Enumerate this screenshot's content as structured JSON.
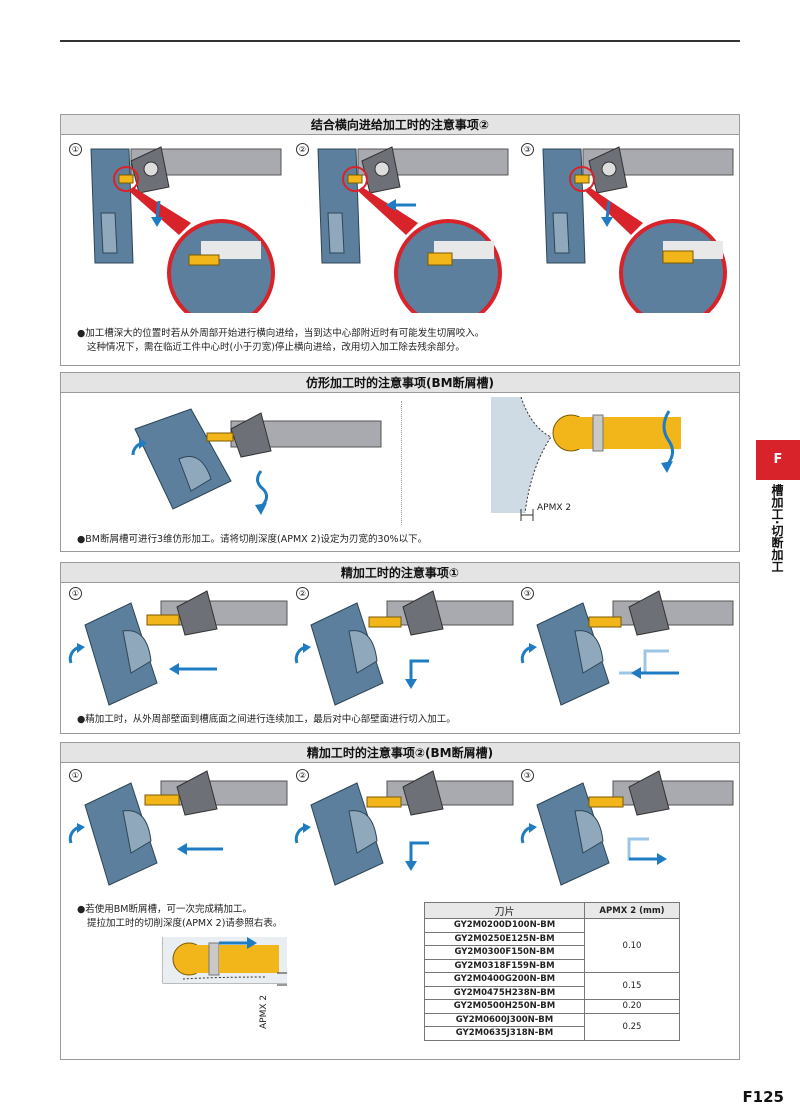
{
  "colors": {
    "accent_red": "#d9232a",
    "workpiece": "#5b7f9c",
    "insert": "#f2b51a",
    "arrow_blue": "#1f7cc2"
  },
  "sections": {
    "s1": {
      "title": "结合横向进给加工时的注意事项②",
      "steps": [
        "①",
        "②",
        "③"
      ],
      "note_line1": "●加工槽深大的位置时若从外周部开始进行横向进给，当到达中心部附近时有可能发生切屑咬入。",
      "note_line2": "这种情况下，需在临近工件中心时(小于刃宽)停止横向进给，改用切入加工除去残余部分。"
    },
    "s2": {
      "title": "仿形加工时的注意事项(BM断屑槽)",
      "apmx_label": "APMX 2",
      "note": "●BM断屑槽可进行3维仿形加工。请将切削深度(APMX 2)设定为刃宽的30%以下。"
    },
    "s3": {
      "title": "精加工时的注意事项①",
      "steps": [
        "①",
        "②",
        "③"
      ],
      "note": "●精加工时，从外周部壁面到槽底面之间进行连续加工，最后对中心部壁面进行切入加工。"
    },
    "s4": {
      "title": "精加工时的注意事项②(BM断屑槽)",
      "steps": [
        "①",
        "②",
        "③"
      ],
      "note_line1": "●若使用BM断屑槽，可一次完成精加工。",
      "note_line2": "提拉加工时的切削深度(APMX 2)请参照右表。",
      "apmx_label": "APMX 2",
      "table": {
        "headers": [
          "刀片",
          "APMX 2 (mm)"
        ],
        "rows": [
          {
            "code": "GY2M0200D100N-BM"
          },
          {
            "code": "GY2M0250E125N-BM"
          },
          {
            "code": "GY2M0300F150N-BM"
          },
          {
            "code": "GY2M0318F159N-BM"
          },
          {
            "code": "GY2M0400G200N-BM"
          },
          {
            "code": "GY2M0475H238N-BM"
          },
          {
            "code": "GY2M0500H250N-BM"
          },
          {
            "code": "GY2M0600J300N-BM"
          },
          {
            "code": "GY2M0635J318N-BM"
          }
        ],
        "values": [
          "0.10",
          "0.15",
          "0.20",
          "0.25"
        ]
      }
    }
  },
  "side_tab": {
    "letter": "F",
    "label": "槽加工·切断加工"
  },
  "page_number": "F125"
}
